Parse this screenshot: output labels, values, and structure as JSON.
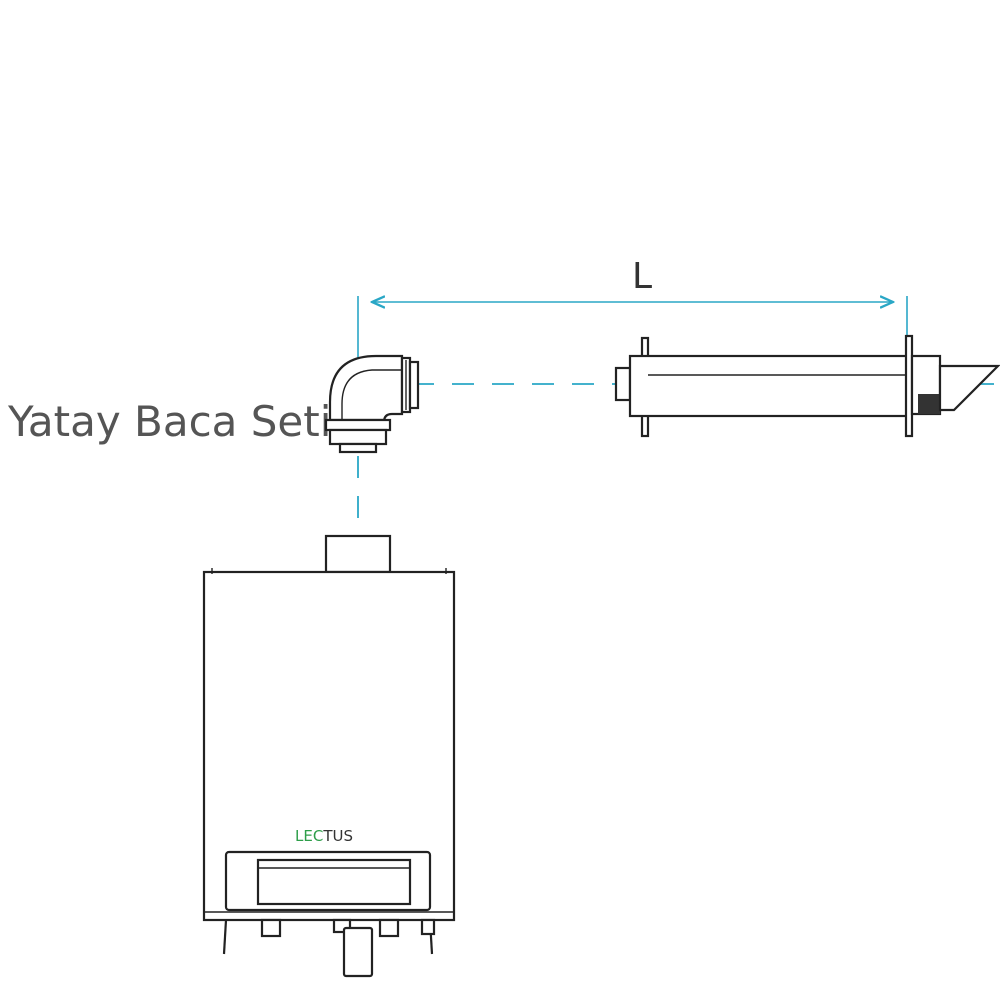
{
  "diagram": {
    "title": "Yatay Baca Seti",
    "dimension_label": "L",
    "logo": {
      "part1": "LEC",
      "part2": "TUS",
      "accent_color": "#2e9e4a"
    },
    "colors": {
      "outline": "#222222",
      "dimension": "#2aa7c6",
      "text": "#555555"
    }
  }
}
